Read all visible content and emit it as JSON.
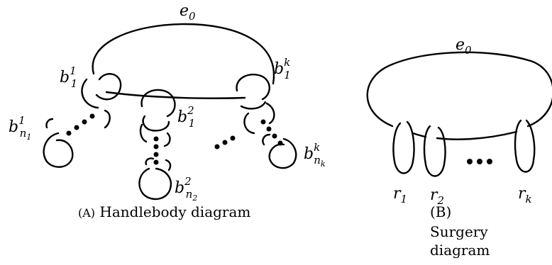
{
  "panel_a": {
    "caption_tag": "(A)",
    "caption_text": "Handlebody diagram",
    "label_e0": "e",
    "label_e0_sub": "0",
    "label_b11_base": "b",
    "label_b11_sup": "1",
    "label_b11_sub": "1",
    "label_bn1_base": "b",
    "label_bn1_sup": "1",
    "label_bn1_sub": "n",
    "label_bn1_subsub": "1",
    "label_b21_base": "b",
    "label_b21_sup": "2",
    "label_b21_sub": "1",
    "label_bn2_base": "b",
    "label_bn2_sup": "2",
    "label_bn2_sub": "n",
    "label_bn2_subsub": "2",
    "label_bk1_base": "b",
    "label_bk1_sup": "k",
    "label_bk1_sub": "1",
    "label_bnk_base": "b",
    "label_bnk_sup": "k",
    "label_bnk_sub": "n",
    "label_bnk_subsub": "k"
  },
  "panel_b": {
    "caption_tag": "(B)",
    "caption_line1": "Surgery",
    "caption_line2": "diagram",
    "label_e0": "e",
    "label_e0_sub": "0",
    "label_r1": "r",
    "label_r1_sub": "1",
    "label_r2": "r",
    "label_r2_sub": "2",
    "label_rk": "r",
    "label_rk_sub": "k"
  }
}
